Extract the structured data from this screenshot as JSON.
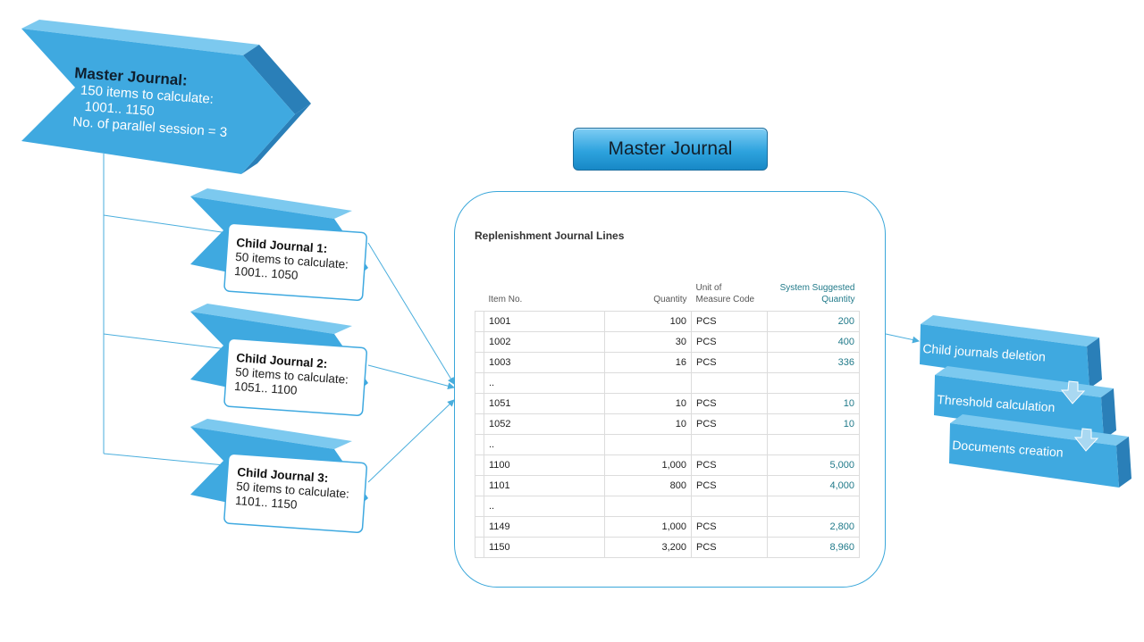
{
  "master_journal": {
    "title": "Master Journal:",
    "lines": [
      "150 items to calculate:",
      "1001.. 1150",
      "No. of parallel session = 3"
    ]
  },
  "child_journals": [
    {
      "title": "Child Journal 1:",
      "lines": [
        "50 items to calculate:",
        "1001.. 1050"
      ]
    },
    {
      "title": "Child Journal 2:",
      "lines": [
        "50 items to calculate:",
        "1051.. 1100"
      ]
    },
    {
      "title": "Child Journal 3:",
      "lines": [
        "50 items to calculate:",
        "1101.. 1150"
      ]
    }
  ],
  "master_button": {
    "label": "Master Journal"
  },
  "replenishment": {
    "title": "Replenishment Journal Lines",
    "headers": {
      "item_no": "Item No.",
      "quantity": "Quantity",
      "uom_1": "Unit of",
      "uom_2": "Measure Code",
      "suggested_1": "System Suggested",
      "suggested_2": "Quantity"
    },
    "rows": [
      {
        "item": "1001",
        "qty": "100",
        "uom": "PCS",
        "suggested": "200"
      },
      {
        "item": "1002",
        "qty": "30",
        "uom": "PCS",
        "suggested": "400"
      },
      {
        "item": "1003",
        "qty": "16",
        "uom": "PCS",
        "suggested": "336"
      },
      {
        "item": "..",
        "qty": "",
        "uom": "",
        "suggested": ""
      },
      {
        "item": "1051",
        "qty": "10",
        "uom": "PCS",
        "suggested": "10"
      },
      {
        "item": "1052",
        "qty": "10",
        "uom": "PCS",
        "suggested": "10"
      },
      {
        "item": "..",
        "qty": "",
        "uom": "",
        "suggested": ""
      },
      {
        "item": "1100",
        "qty": "1,000",
        "uom": "PCS",
        "suggested": "5,000"
      },
      {
        "item": "1101",
        "qty": "800",
        "uom": "PCS",
        "suggested": "4,000"
      },
      {
        "item": "..",
        "qty": "",
        "uom": "",
        "suggested": ""
      },
      {
        "item": "1149",
        "qty": "1,000",
        "uom": "PCS",
        "suggested": "2,800"
      },
      {
        "item": "1150",
        "qty": "3,200",
        "uom": "PCS",
        "suggested": "8,960"
      }
    ]
  },
  "steps": [
    {
      "label": "Child journals deletion"
    },
    {
      "label": "Threshold calculation"
    },
    {
      "label": "Documents creation"
    }
  ],
  "colors": {
    "accent": "#3fa9e0",
    "accent_dark": "#2a7fb8",
    "accent_top": "#7cc9ef",
    "connector": "#4aaedd",
    "suggested_text": "#217a8a"
  }
}
